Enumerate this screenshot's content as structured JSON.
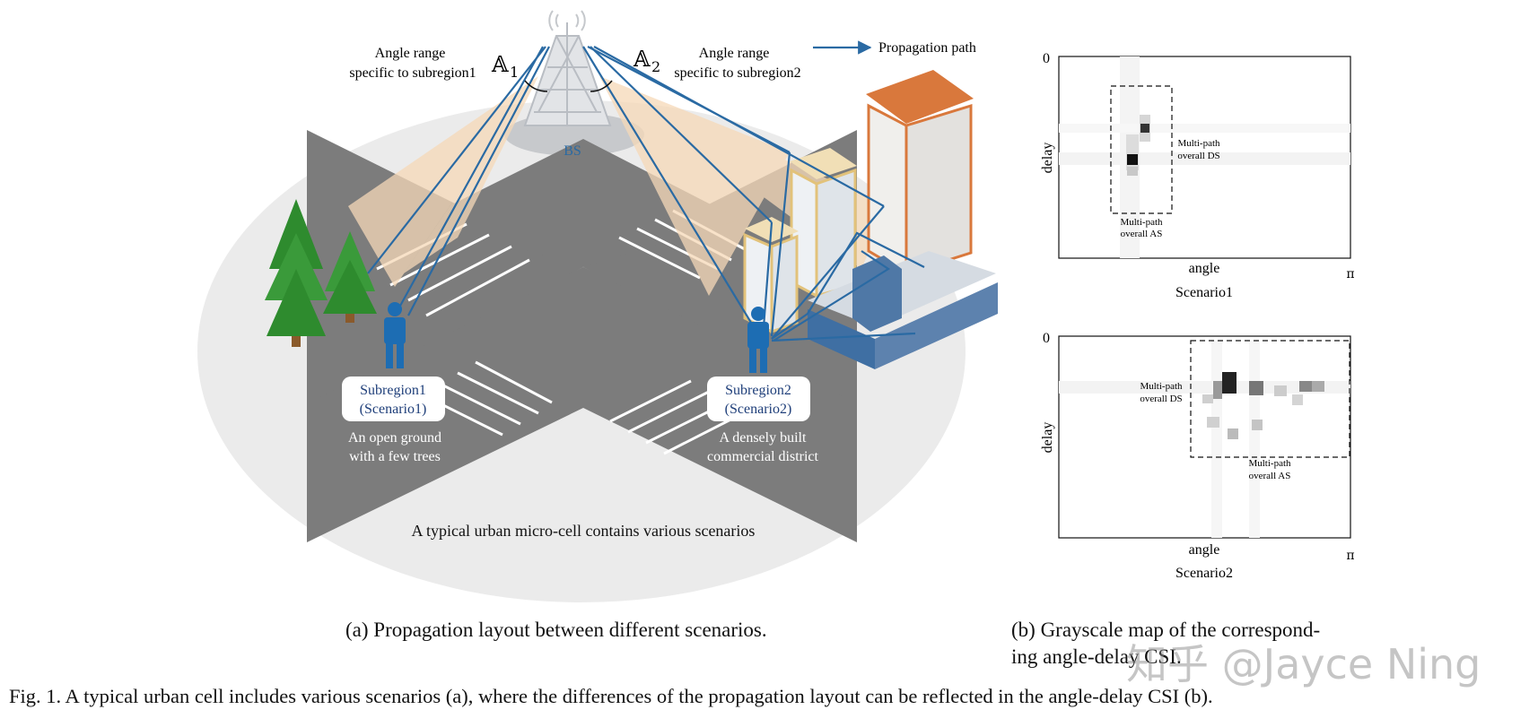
{
  "figure": {
    "scene": {
      "bs_label": "BS",
      "angle_left": {
        "line1": "Angle range",
        "line2": "specific to subregion1",
        "symbol": "𝔸",
        "sub": "1"
      },
      "angle_right": {
        "line1": "Angle range",
        "line2": "specific to subregion2",
        "symbol": "𝔸",
        "sub": "2"
      },
      "legend_label": "Propagation path",
      "subregion1": {
        "line1": "Subregion1",
        "line2": "(Scenario1)",
        "desc1": "An open ground",
        "desc2": "with a few trees"
      },
      "subregion2": {
        "line1": "Subregion2",
        "line2": "(Scenario2)",
        "desc1": "A densely built",
        "desc2": "commercial district"
      },
      "cell_caption": "A typical urban micro-cell contains various scenarios"
    },
    "map1": {
      "title": "Scenario1",
      "xlabel": "angle",
      "ylabel": "delay",
      "y0": "0",
      "xpi": "π",
      "ds_line1": "Multi-path",
      "ds_line2": "overall DS",
      "as_line1": "Multi-path",
      "as_line2": "overall AS"
    },
    "map2": {
      "title": "Scenario2",
      "xlabel": "angle",
      "ylabel": "delay",
      "y0": "0",
      "xpi": "π",
      "ds_line1": "Multi-path",
      "ds_line2": "overall DS",
      "as_line1": "Multi-path",
      "as_line2": "overall AS"
    },
    "subcaption_a": "(a)  Propagation layout between different scenarios.",
    "subcaption_b_line1": "(b)  Grayscale map of the correspond-",
    "subcaption_b_line2": "ing angle-delay CSI.",
    "caption": "Fig. 1.  A typical urban cell includes various scenarios (a), where the differences of the propagation layout can be reflected in the angle-delay CSI (b).",
    "watermark": "知乎 @Jayce Ning",
    "colors": {
      "path": "#2a6aa3",
      "road": "#7a7a7a",
      "ground": "#e9e9e9",
      "beam": "#f6d9b8",
      "person": "#1d6db3",
      "tower": "#cfd2d6",
      "roof": "#d9783c"
    }
  }
}
